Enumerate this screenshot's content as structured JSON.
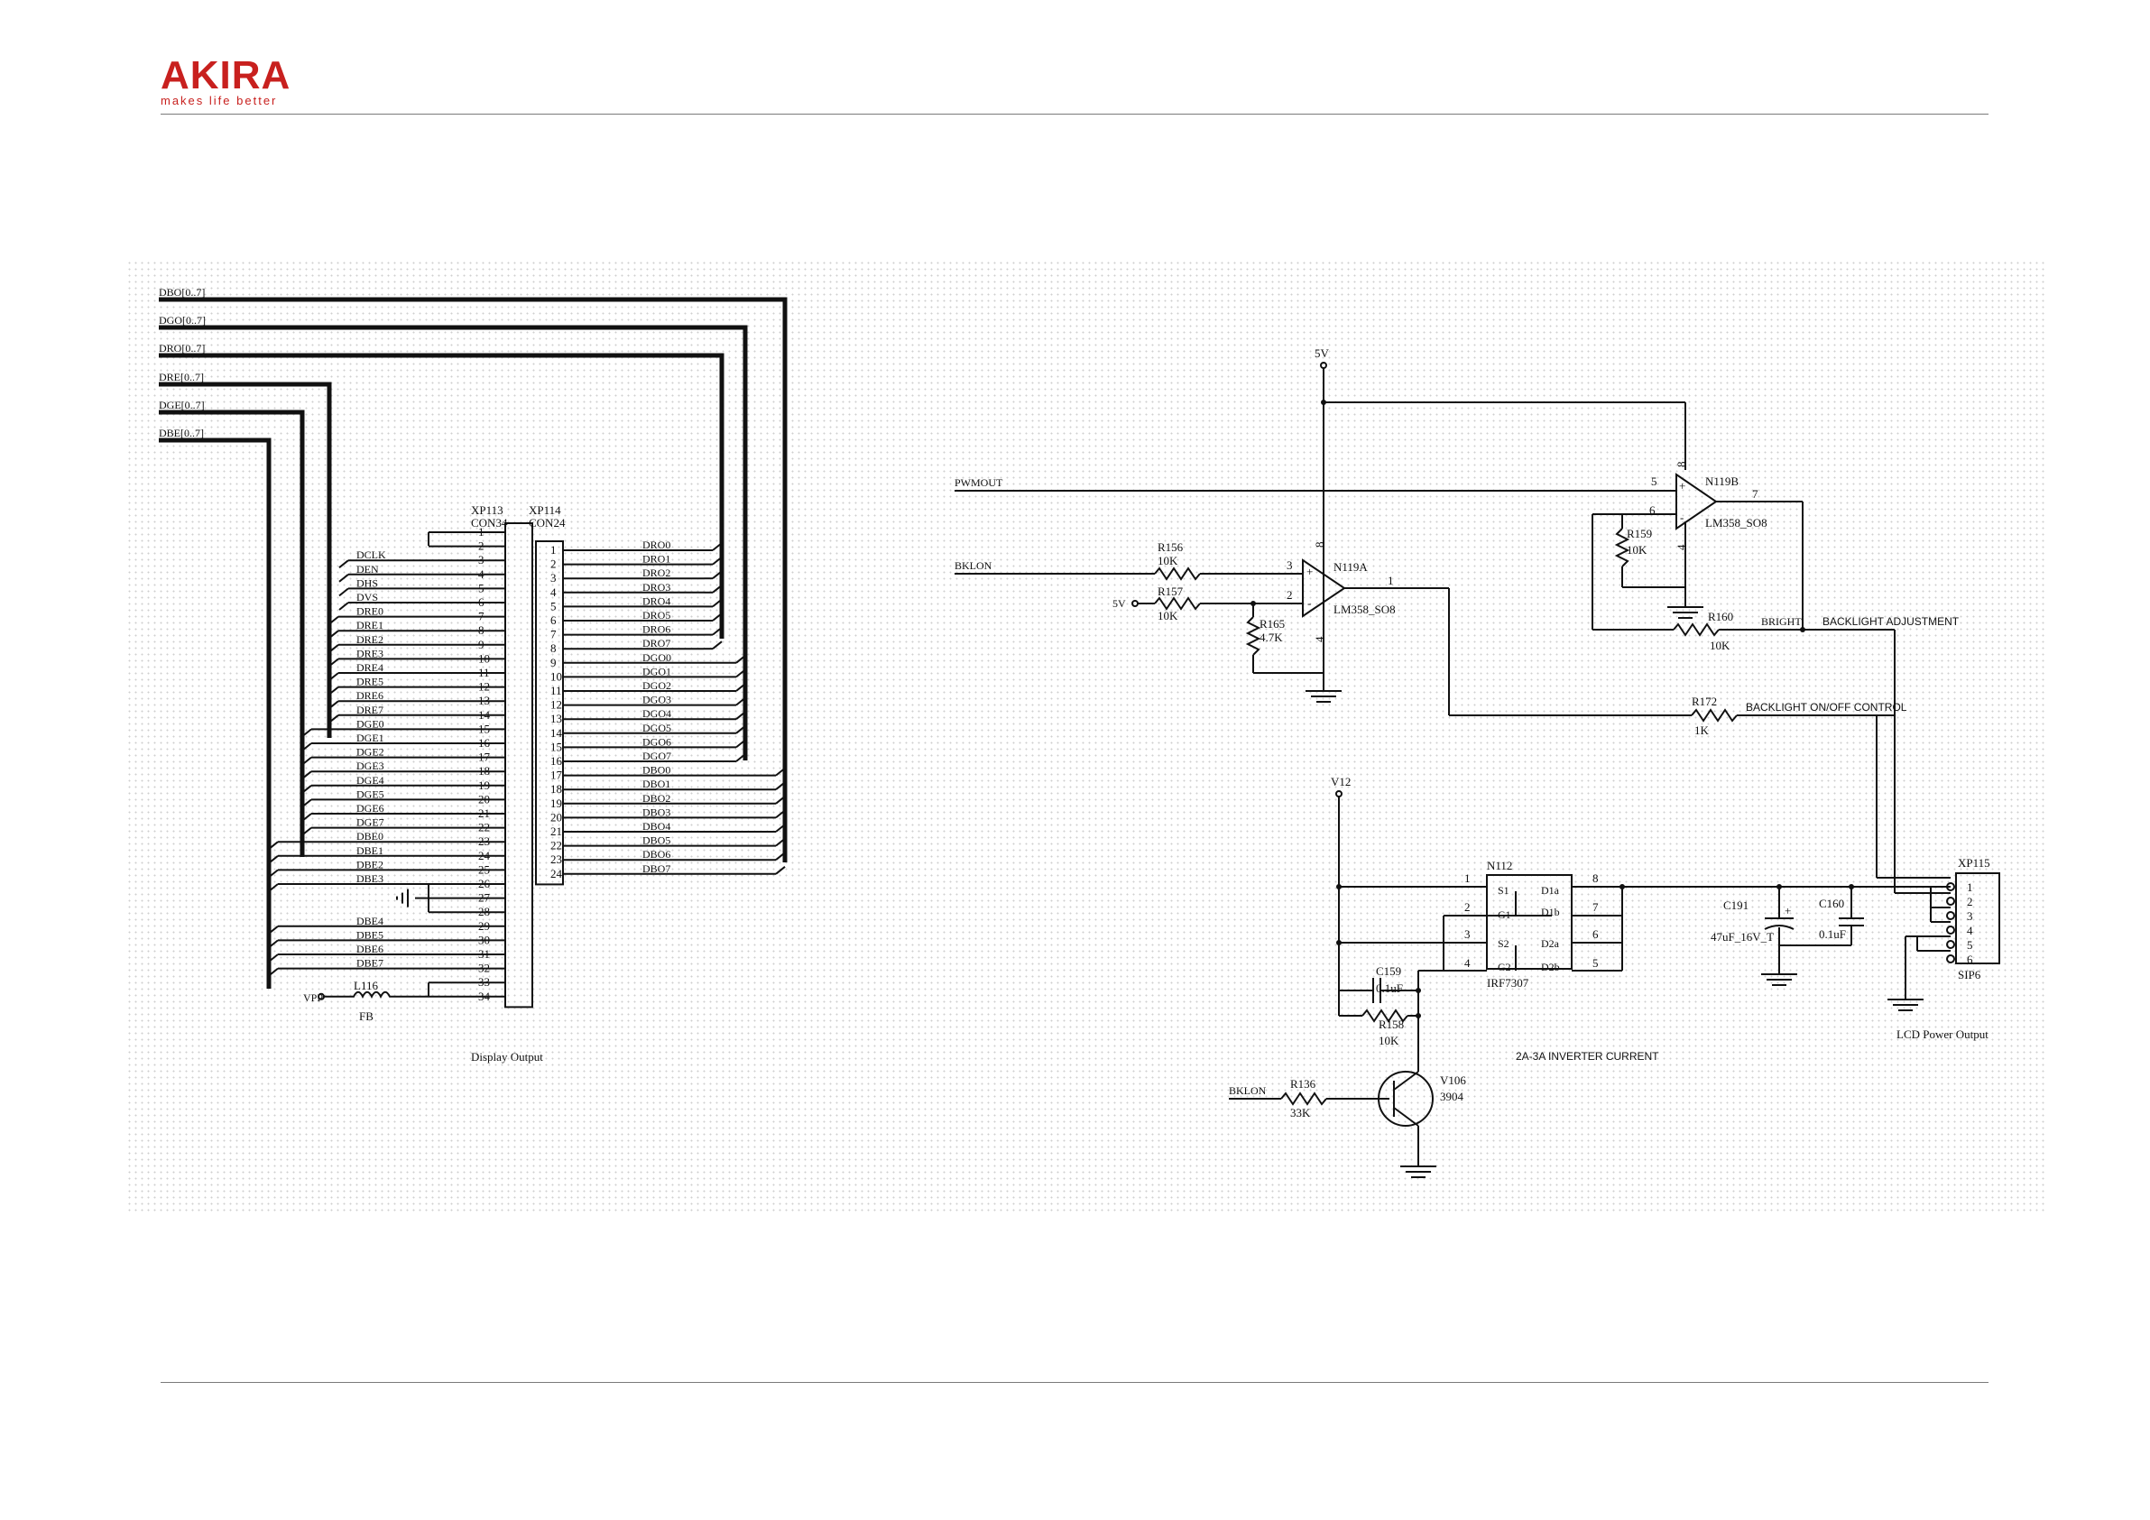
{
  "header": {
    "brand": "AKIRA",
    "tagline": "makes life better",
    "brand_color": "#c8201e"
  },
  "buses": [
    "DBO[0..7]",
    "DGO[0..7]",
    "DRO[0..7]",
    "DRE[0..7]",
    "DGE[0..7]",
    "DBE[0..7]"
  ],
  "xp113": {
    "ref": "XP113",
    "type": "CON34",
    "caption": "Display Output",
    "signals": [
      "",
      "",
      "DCLK",
      "DEN",
      "DHS",
      "DVS",
      "DRE0",
      "DRE1",
      "DRE2",
      "DRE3",
      "DRE4",
      "DRE5",
      "DRE6",
      "DRE7",
      "DGE0",
      "DGE1",
      "DGE2",
      "DGE3",
      "DGE4",
      "DGE5",
      "DGE6",
      "DGE7",
      "DBE0",
      "DBE1",
      "DBE2",
      "DBE3",
      "",
      "",
      "DBE4",
      "DBE5",
      "DBE6",
      "DBE7",
      "",
      ""
    ]
  },
  "xp114": {
    "ref": "XP114",
    "type": "CON24",
    "signals": [
      "DRO0",
      "DRO1",
      "DRO2",
      "DRO3",
      "DRO4",
      "DRO5",
      "DRO6",
      "DRO7",
      "DGO0",
      "DGO1",
      "DGO2",
      "DGO3",
      "DGO4",
      "DGO5",
      "DGO6",
      "DGO7",
      "DBO0",
      "DBO1",
      "DBO2",
      "DBO3",
      "DBO4",
      "DBO5",
      "DBO6",
      "DBO7"
    ]
  },
  "l116": {
    "ref": "L116",
    "value": "FB",
    "net": "VPP"
  },
  "power_5v": "5V",
  "power_v12": "V12",
  "nets": {
    "pwmout": "PWMOUT",
    "bklon": "BKLON",
    "bklon2": "BKLON",
    "five_v": "5V",
    "bright": "BRIGHT"
  },
  "n119a": {
    "ref": "N119A",
    "part": "LM358_SO8",
    "pin_plus": "3",
    "pin_minus": "2",
    "pin_out": "1",
    "pin_v": "8",
    "pin_g": "4"
  },
  "n119b": {
    "ref": "N119B",
    "part": "LM358_SO8",
    "pin_plus": "5",
    "pin_minus": "6",
    "pin_out": "7",
    "pin_v": "8",
    "pin_g": "4"
  },
  "resistors": {
    "r156": {
      "ref": "R156",
      "value": "10K"
    },
    "r157": {
      "ref": "R157",
      "value": "10K"
    },
    "r165": {
      "ref": "R165",
      "value": "4.7K"
    },
    "r159": {
      "ref": "R159",
      "value": "10K"
    },
    "r160": {
      "ref": "R160",
      "value": "10K"
    },
    "r172": {
      "ref": "R172",
      "value": "1K"
    },
    "r158": {
      "ref": "R158",
      "value": "10K"
    },
    "r136": {
      "ref": "R136",
      "value": "33K"
    }
  },
  "n112": {
    "ref": "N112",
    "part": "IRF7307",
    "pins": [
      "1",
      "2",
      "3",
      "4",
      "8",
      "7",
      "6",
      "5"
    ],
    "inner": [
      "S1",
      "G1",
      "S2",
      "G2",
      "D1a",
      "D1b",
      "D2a",
      "D2b"
    ]
  },
  "c159": {
    "ref": "C159",
    "value": "0.1uF"
  },
  "c191": {
    "ref": "C191",
    "value": "47uF_16V_T"
  },
  "c160": {
    "ref": "C160",
    "value": "0.1uF"
  },
  "v106": {
    "ref": "V106",
    "part": "3904"
  },
  "xp115": {
    "ref": "XP115",
    "type": "SIP6",
    "caption": "LCD Power Output",
    "pins": [
      "1",
      "2",
      "3",
      "4",
      "5",
      "6"
    ]
  },
  "notes": {
    "backlight_adj": "BACKLIGHT ADJUSTMENT",
    "backlight_onoff": "BACKLIGHT ON/OFF CONTROL",
    "inverter": "2A-3A INVERTER CURRENT"
  }
}
